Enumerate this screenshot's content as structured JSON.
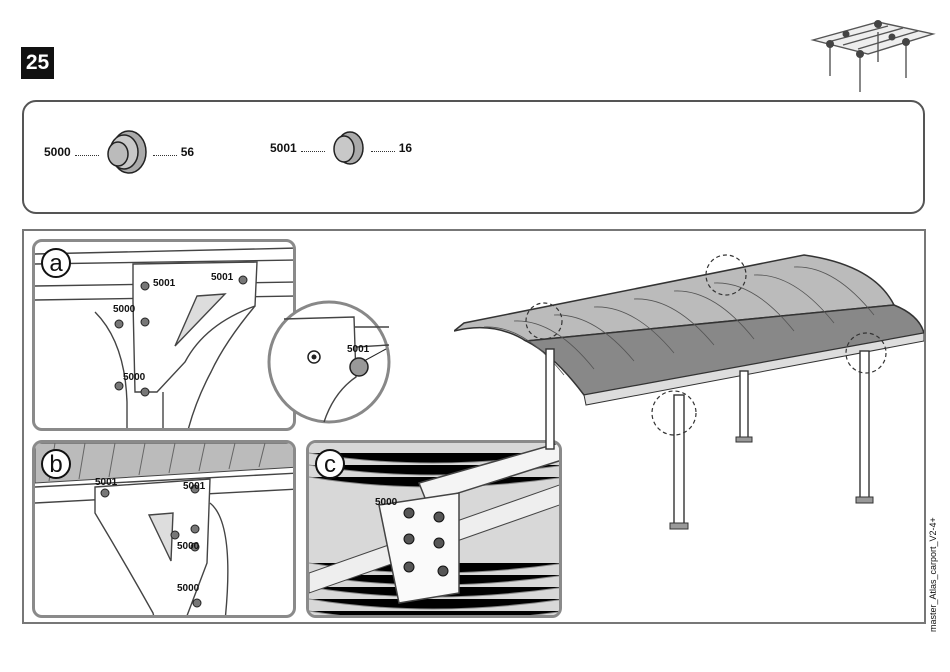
{
  "step_number": "25",
  "parts": [
    {
      "code": "5000",
      "qty": "56"
    },
    {
      "code": "5001",
      "qty": "16"
    }
  ],
  "details": {
    "a": {
      "letter": "a",
      "labels": [
        "5001",
        "5001",
        "5000",
        "5000"
      ],
      "zoom_label": "5001"
    },
    "b": {
      "letter": "b",
      "labels": [
        "5001",
        "5001",
        "5000",
        "5000"
      ]
    },
    "c": {
      "letter": "c",
      "labels": [
        "5000"
      ]
    }
  },
  "document_code": "master_Atlas_carport_V2-4+"
}
